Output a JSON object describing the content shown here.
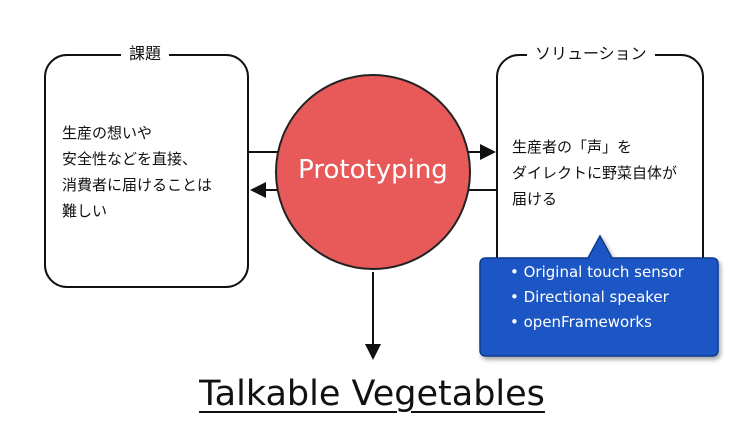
{
  "left_box": {
    "title": "課題",
    "lines": [
      "生産の想いや",
      "安全性などを直接、",
      "消費者に届けることは",
      "難しい"
    ]
  },
  "right_box": {
    "title": "ソリューション",
    "lines": [
      "生産者の「声」を",
      "ダイレクトに野菜自体が",
      "届ける"
    ]
  },
  "center": {
    "label": "Prototyping",
    "color": "#e85a5a"
  },
  "callout": {
    "color": "#1a56c4",
    "items": [
      "• Original touch sensor",
      "• Directional speaker",
      "• openFrameworks"
    ]
  },
  "title": "Talkable Vegetables"
}
